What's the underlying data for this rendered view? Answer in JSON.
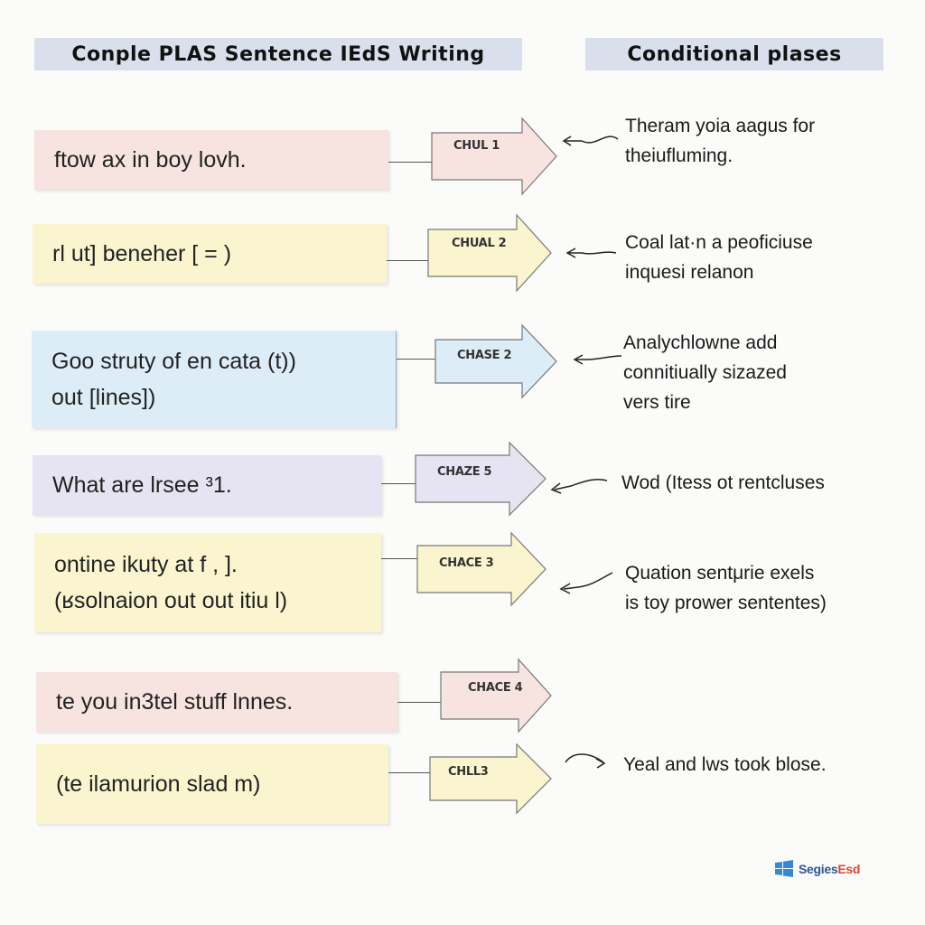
{
  "headers": {
    "left": "Conple PLAS Sentence IEdS Writing",
    "right": "Conditional plases"
  },
  "rows": [
    {
      "sentence": "ftow ax in boy lovh.",
      "box_color": "#f7e4e0",
      "arrow_label": "CHUL 1",
      "arrow_color": "#f7e4e0",
      "note": "Theram yoia aagus for\ntheiufluming."
    },
    {
      "sentence": "rl ut] beneher [ = )",
      "box_color": "#faf5cf",
      "arrow_label": "CHUAL 2",
      "arrow_color": "#faf5cf",
      "note": "Coal lat·n a peoficiuse\ninquesi relanon"
    },
    {
      "sentence": "Goo struty of en cata (t))\nout [lines])",
      "box_color": "#dcedf7",
      "arrow_label": "CHASE 2",
      "arrow_color": "#dcedf7",
      "note": "Analychlowne add\nconnitiually sizazed\nvers tire"
    },
    {
      "sentence": "What are lrsee ³1.",
      "box_color": "#e6e4f2",
      "arrow_label": "CHAZE 5",
      "arrow_color": "#e6e4f2",
      "note": "Wod (Itess ot rentcluses"
    },
    {
      "sentence": "ontine ikuty at f , ].\n(ʁsolnaion out out itiu l)",
      "box_color": "#faf5cf",
      "arrow_label": "CHACE 3",
      "arrow_color": "#faf5cf",
      "note": "Quation sentμrie exels\nis toy prower sententes)"
    },
    {
      "sentence": "te you in3tel stuff lnnes.",
      "box_color": "#f7e4e0",
      "arrow_label": "CHACE 4",
      "arrow_color": "#f7e4e0",
      "note": ""
    },
    {
      "sentence": "(te ilamurion slad m)",
      "box_color": "#faf5cf",
      "arrow_label": "CHLL3",
      "arrow_color": "#faf5cf",
      "note": "Yeal and lws took blose."
    }
  ],
  "logo": {
    "part1": "Segies",
    "part2": "Esd",
    "icon": "windows-logo-icon"
  }
}
